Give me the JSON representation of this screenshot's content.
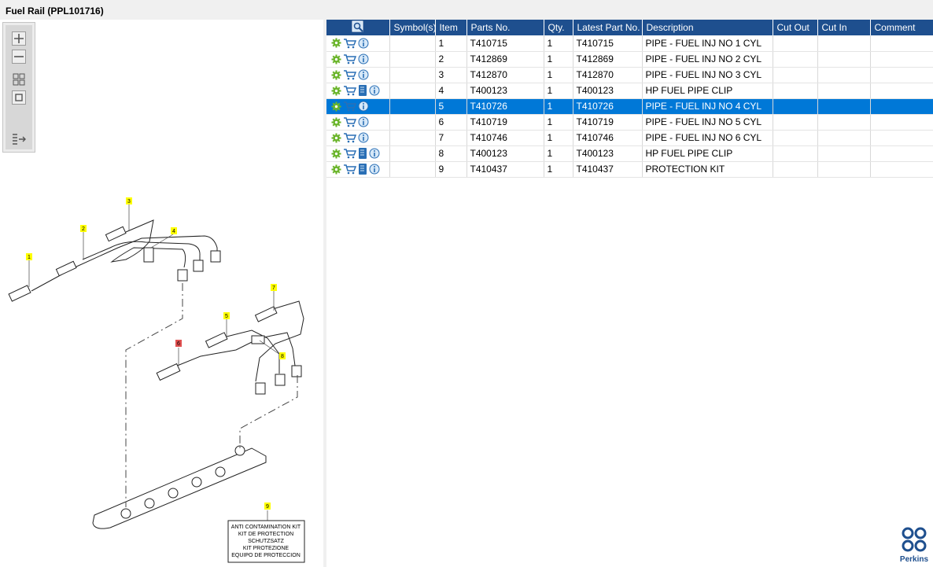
{
  "window": {
    "title": "Fuel Rail (PPL101716)"
  },
  "columns": [
    "",
    "Symbol(s)",
    "Item",
    "Parts No.",
    "Qty.",
    "Latest Part No.",
    "Description",
    "Cut Out",
    "Cut In",
    "Comment"
  ],
  "rows": [
    {
      "item": "1",
      "part_no": "T410715",
      "qty": "1",
      "latest_part_no": "T410715",
      "description": "PIPE - FUEL INJ NO 1 CYL",
      "has_doc": false
    },
    {
      "item": "2",
      "part_no": "T412869",
      "qty": "1",
      "latest_part_no": "T412869",
      "description": "PIPE - FUEL INJ NO 2 CYL",
      "has_doc": false
    },
    {
      "item": "3",
      "part_no": "T412870",
      "qty": "1",
      "latest_part_no": "T412870",
      "description": "PIPE - FUEL INJ NO 3 CYL",
      "has_doc": false
    },
    {
      "item": "4",
      "part_no": "T400123",
      "qty": "1",
      "latest_part_no": "T400123",
      "description": "HP FUEL PIPE CLIP",
      "has_doc": true
    },
    {
      "item": "5",
      "part_no": "T410726",
      "qty": "1",
      "latest_part_no": "T410726",
      "description": "PIPE - FUEL INJ NO 4 CYL",
      "has_doc": false
    },
    {
      "item": "6",
      "part_no": "T410719",
      "qty": "1",
      "latest_part_no": "T410719",
      "description": "PIPE - FUEL INJ NO 5 CYL",
      "has_doc": false
    },
    {
      "item": "7",
      "part_no": "T410746",
      "qty": "1",
      "latest_part_no": "T410746",
      "description": "PIPE - FUEL INJ NO 6 CYL",
      "has_doc": false
    },
    {
      "item": "8",
      "part_no": "T400123",
      "qty": "1",
      "latest_part_no": "T400123",
      "description": "HP FUEL PIPE CLIP",
      "has_doc": true
    },
    {
      "item": "9",
      "part_no": "T410437",
      "qty": "1",
      "latest_part_no": "T410437",
      "description": "PROTECTION KIT",
      "has_doc": true
    }
  ],
  "selected_row_index": 4,
  "diagram": {
    "callouts": [
      "1",
      "2",
      "3",
      "4",
      "5",
      "6",
      "7",
      "8",
      "9"
    ],
    "kit_label_lines": [
      "ANTI CONTAMINATION KIT",
      "KIT DE PROTECTION",
      "SCHUTZSATZ",
      "KIT PROTEZIONE",
      "EQUIPO DE PROTECCION"
    ]
  },
  "brand": {
    "name": "Perkins",
    "color": "#1e4f8e"
  },
  "colors": {
    "header_bg": "#1e4f8e",
    "selected_row_bg": "#0078d7",
    "callout_bg": "#ffff00",
    "callout_selected_bg": "#e05050"
  },
  "icons": [
    "zoom-in-icon",
    "zoom-out-icon",
    "fit-page-icon",
    "actual-size-icon",
    "view-toggle-icon",
    "find-icon",
    "gear-icon",
    "cart-icon",
    "document-icon",
    "info-icon"
  ]
}
